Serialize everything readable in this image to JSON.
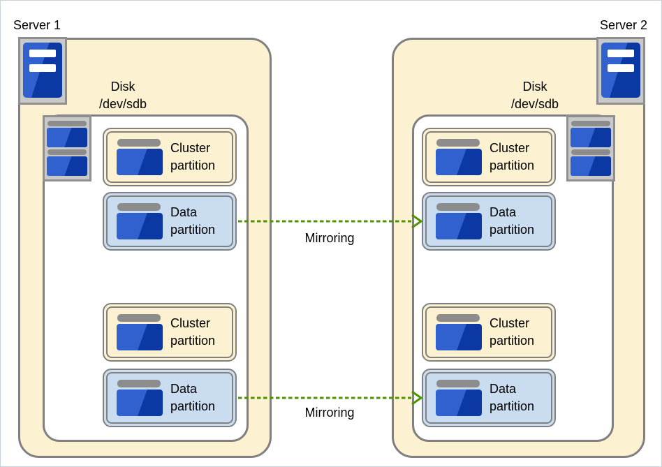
{
  "diagram": {
    "servers": [
      {
        "name": "Server 1",
        "disk_label": [
          "Disk",
          "/dev/sdb"
        ],
        "partitions": [
          {
            "type": "cluster",
            "lines": [
              "Cluster",
              "partition"
            ]
          },
          {
            "type": "data",
            "lines": [
              "Data",
              "partition"
            ]
          },
          {
            "type": "cluster",
            "lines": [
              "Cluster",
              "partition"
            ]
          },
          {
            "type": "data",
            "lines": [
              "Data",
              "partition"
            ]
          }
        ]
      },
      {
        "name": "Server 2",
        "disk_label": [
          "Disk",
          "/dev/sdb"
        ],
        "partitions": [
          {
            "type": "cluster",
            "lines": [
              "Cluster",
              "partition"
            ]
          },
          {
            "type": "data",
            "lines": [
              "Data",
              "partition"
            ]
          },
          {
            "type": "cluster",
            "lines": [
              "Cluster",
              "partition"
            ]
          },
          {
            "type": "data",
            "lines": [
              "Data",
              "partition"
            ]
          }
        ]
      }
    ],
    "arrows": [
      {
        "label": "Mirroring"
      },
      {
        "label": "Mirroring"
      }
    ],
    "colors": {
      "server_fill": "#fcf1d1",
      "cluster_partition_fill": "#fcf1d1",
      "data_partition_fill": "#c9dcf0",
      "border_gray": "#808080",
      "icon_plate_fill": "#c9c9c9",
      "icon_plate_border": "#8f8f8f",
      "icon_bar_gray": "#8c8c8c",
      "icon_blue_light": "#3160cf",
      "icon_blue_dark": "#0c38a4",
      "arrow_green": "#4f9200"
    }
  }
}
